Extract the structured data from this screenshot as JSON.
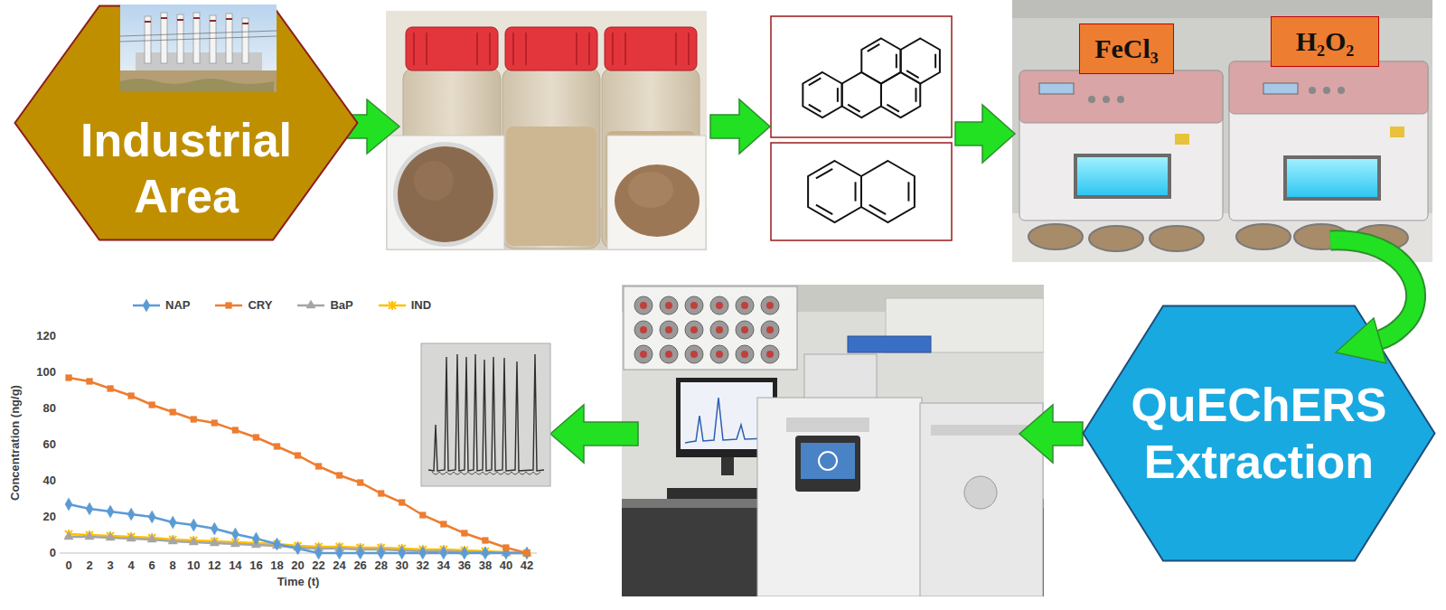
{
  "diagram": {
    "nodes": [
      {
        "text": [
          "Industrial Area"
        ]
      },
      {
        "text": [
          "FeCl₃"
        ]
      },
      {
        "text": [
          "H₂O₂"
        ]
      },
      {
        "text": [
          "QuEChERS Extraction"
        ]
      }
    ],
    "labels": [
      "0",
      "20",
      "40",
      "60",
      "80",
      "100",
      "120",
      "0",
      "2",
      "3",
      "4",
      "6",
      "8",
      "10",
      "12",
      "14",
      "16",
      "18",
      "20",
      "22",
      "24",
      "26",
      "28",
      "30",
      "32",
      "34",
      "36",
      "38",
      "40",
      "42",
      "Concentration (ng/g)",
      "Time (t)"
    ],
    "legend": [
      {
        "text": "NAP"
      },
      {
        "text": "CRY"
      },
      {
        "text": "BaP"
      },
      {
        "text": "IND"
      }
    ]
  }
}
